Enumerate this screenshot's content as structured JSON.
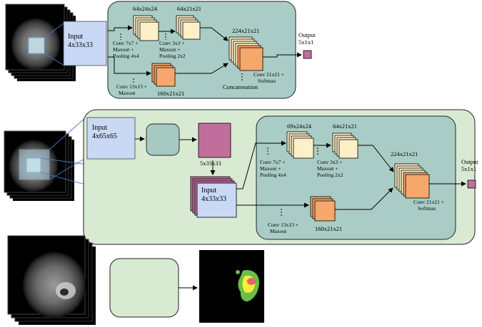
{
  "colors": {
    "panel_teal": "#a9cdc6",
    "panel_green": "#d9ead3",
    "input_blue": "#c9d9f5",
    "pink": "#c06f9c",
    "cream": "#fdf0c9",
    "orange": "#f6a76b",
    "teal_box": "#a6c9c2",
    "seg_green": "#6abe45",
    "seg_yellow": "#f5ee3a",
    "seg_red": "#e8626a"
  },
  "top": {
    "input_label_1": "Input",
    "input_label_2": "4x33x33",
    "fm1_label": "64x24x24",
    "fm2_label": "64x21x21",
    "concat_size": "224x21x21",
    "path1_op1": [
      "Conv 7x7 +",
      "Maxout +",
      "Pooling 4x4"
    ],
    "path1_op2": [
      "Conv 3x3 +",
      "Maxout +",
      "Pooling 2x2"
    ],
    "path2_op": [
      "Conv 13x13 +",
      "Maxout"
    ],
    "path2_size": "160x21x21",
    "final_op": [
      "Conv 21x21 +",
      "Softmax"
    ],
    "concat_label": "Concatenation",
    "output_label_1": "Output",
    "output_label_2": "5x1x1"
  },
  "middle": {
    "input_label_1": "Input",
    "input_label_2": "4x65x65",
    "pink_size": "5x33x33",
    "stack_label_1": "Input",
    "stack_label_2": "4x33x33",
    "fm1_label": "69x24x24",
    "fm2_label": "64x21x21",
    "concat_size": "224x21x21",
    "path1_op1": [
      "Conv 7x7 +",
      "Maxout +",
      "Pooling 4x4"
    ],
    "path1_op2": [
      "Conv 3x3 +",
      "Maxout +",
      "Pooling 2x2"
    ],
    "path2_op": [
      "Conv 13x13 +",
      "Maxout"
    ],
    "path2_size": "160x21x21",
    "final_op": [
      "Conv 21x21 +",
      "Softmax"
    ],
    "output_label_1": "Output",
    "output_label_2": "5x1x1"
  }
}
